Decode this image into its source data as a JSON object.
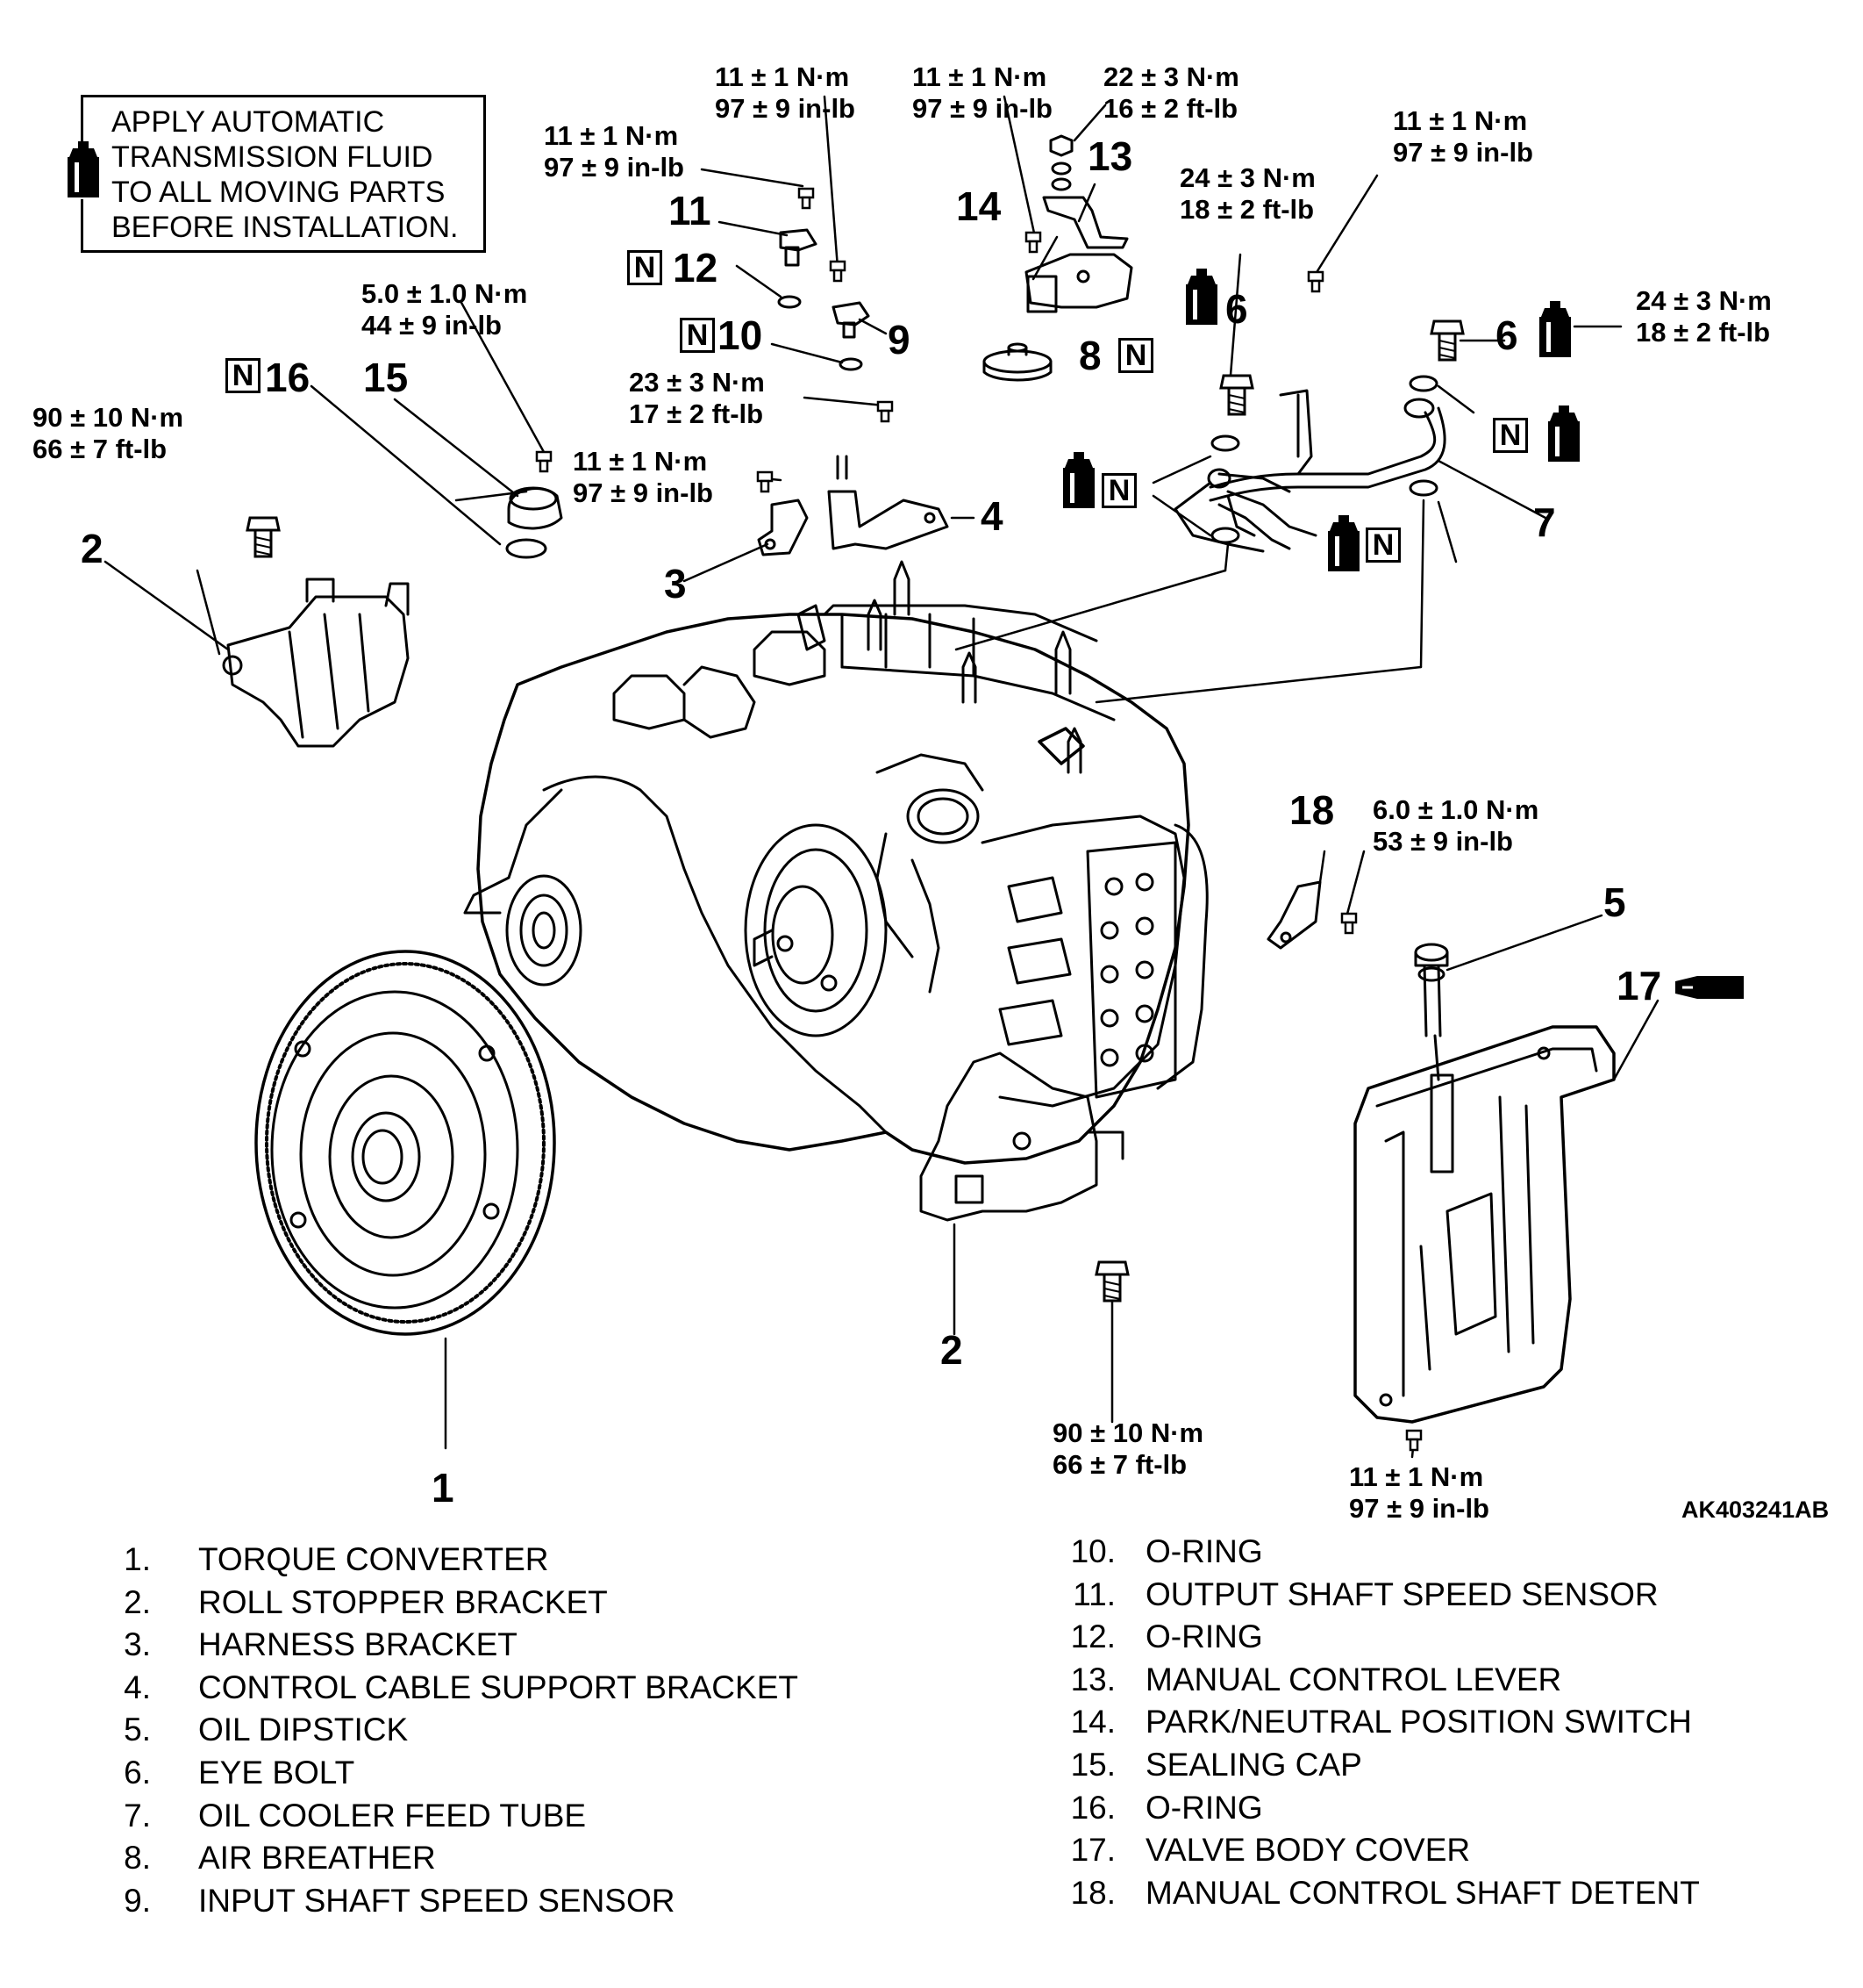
{
  "note": {
    "lines": [
      "APPLY AUTOMATIC",
      "TRANSMISSION FLUID",
      "TO ALL MOVING PARTS",
      "BEFORE INSTALLATION."
    ]
  },
  "torque_specs": {
    "t_top_left_a": [
      "11 ± 1 N·m",
      "97 ± 9 in-lb"
    ],
    "t_top_left_b": [
      "11 ± 1 N·m",
      "97 ± 9 in-lb"
    ],
    "t_top_mid": [
      "11 ± 1 N·m",
      "97 ± 9 in-lb"
    ],
    "t_top_lever": [
      "22 ± 3 N·m",
      "16 ± 2 ft-lb"
    ],
    "t_eyebolt_left": [
      "24 ± 3 N·m",
      "18 ± 2 ft-lb"
    ],
    "t_tube_bracket": [
      "11 ± 1 N·m",
      "97 ± 9 in-lb"
    ],
    "t_eyebolt_right": [
      "24 ± 3 N·m",
      "18 ± 2 ft-lb"
    ],
    "t_sealing_cap": [
      "5.0 ± 1.0 N·m",
      "44 ± 9 in-lb"
    ],
    "t_bracket_bolt": [
      "23 ± 3 N·m",
      "17 ± 2 ft-lb"
    ],
    "t_harness": [
      "11 ± 1 N·m",
      "97 ± 9 in-lb"
    ],
    "t_roll_bolt_top": [
      "90 ± 10 N·m",
      "66 ± 7 ft-lb"
    ],
    "t_detent": [
      "6.0 ± 1.0 N·m",
      "53 ± 9 in-lb"
    ],
    "t_roll_bolt_bottom": [
      "90 ± 10 N·m",
      "66 ± 7 ft-lb"
    ],
    "t_pan": [
      "11 ± 1 N·m",
      "97 ± 9 in-lb"
    ]
  },
  "callouts": {
    "c11": "11",
    "c12": "12",
    "c10": "10",
    "c9": "9",
    "c14": "14",
    "c13": "13",
    "c8": "8",
    "c6a": "6",
    "c6b": "6",
    "c7": "7",
    "c16": "16",
    "c15": "15",
    "c2a": "2",
    "c3": "3",
    "c4": "4",
    "c18": "18",
    "c5": "5",
    "c17": "17",
    "c1": "1",
    "c2b": "2"
  },
  "new_part_mark": "N",
  "figure_id": "AK403241AB",
  "legend": {
    "left": [
      {
        "num": "1.",
        "label": "TORQUE CONVERTER"
      },
      {
        "num": "2.",
        "label": "ROLL STOPPER BRACKET"
      },
      {
        "num": "3.",
        "label": "HARNESS BRACKET"
      },
      {
        "num": "4.",
        "label": "CONTROL CABLE SUPPORT BRACKET"
      },
      {
        "num": "5.",
        "label": "OIL DIPSTICK"
      },
      {
        "num": "6.",
        "label": "EYE BOLT"
      },
      {
        "num": "7.",
        "label": "OIL COOLER FEED TUBE"
      },
      {
        "num": "8.",
        "label": "AIR BREATHER"
      },
      {
        "num": "9.",
        "label": "INPUT SHAFT SPEED SENSOR"
      }
    ],
    "right": [
      {
        "num": "10.",
        "label": "O-RING"
      },
      {
        "num": "11.",
        "label": "OUTPUT SHAFT SPEED SENSOR"
      },
      {
        "num": "12.",
        "label": "O-RING"
      },
      {
        "num": "13.",
        "label": "MANUAL CONTROL LEVER"
      },
      {
        "num": "14.",
        "label": "PARK/NEUTRAL POSITION SWITCH"
      },
      {
        "num": "15.",
        "label": "SEALING CAP"
      },
      {
        "num": "16.",
        "label": "O-RING"
      },
      {
        "num": "17.",
        "label": "VALVE BODY COVER"
      },
      {
        "num": "18.",
        "label": "MANUAL CONTROL SHAFT DETENT"
      }
    ]
  }
}
